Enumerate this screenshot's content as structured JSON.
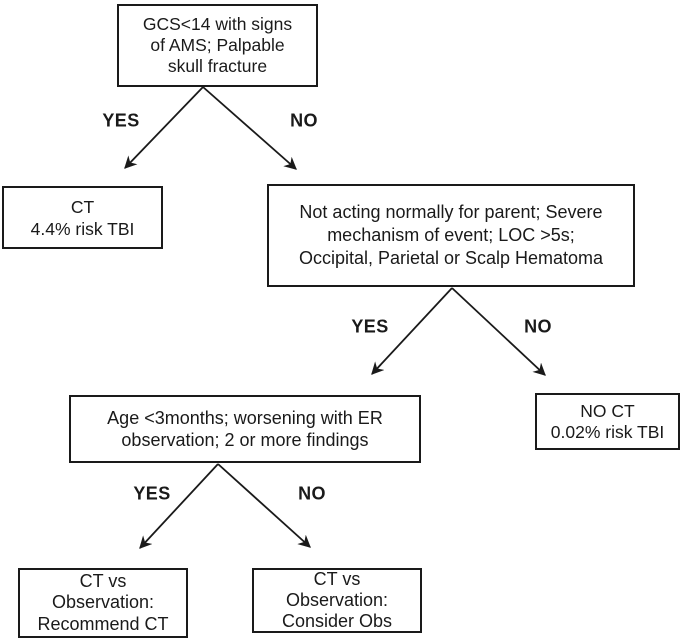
{
  "canvas": {
    "background_color": "#ffffff",
    "ink_color": "#1a1a1a"
  },
  "nodes": {
    "root": {
      "lines": [
        "GCS<14 with signs",
        "of AMS; Palpable",
        "skull fracture"
      ]
    },
    "ct": {
      "lines": [
        "CT",
        "4.4% risk TBI"
      ]
    },
    "criteria2": {
      "lines": [
        "Not acting normally for parent; Severe",
        "mechanism of event; LOC >5s;",
        "Occipital, Parietal or Scalp Hematoma"
      ]
    },
    "criteria3": {
      "lines": [
        "Age <3months; worsening with ER",
        "observation; 2 or more findings"
      ]
    },
    "noct": {
      "lines": [
        "NO CT",
        "0.02% risk TBI"
      ]
    },
    "recommend_ct": {
      "lines": [
        "CT vs",
        "Observation:",
        "Recommend CT"
      ]
    },
    "consider_obs": {
      "lines": [
        "CT vs",
        "Observation:",
        "Consider Obs"
      ]
    }
  },
  "labels": {
    "level1_yes": "YES",
    "level1_no": "NO",
    "level2_yes": "YES",
    "level2_no": "NO",
    "level3_yes": "YES",
    "level3_no": "NO"
  }
}
